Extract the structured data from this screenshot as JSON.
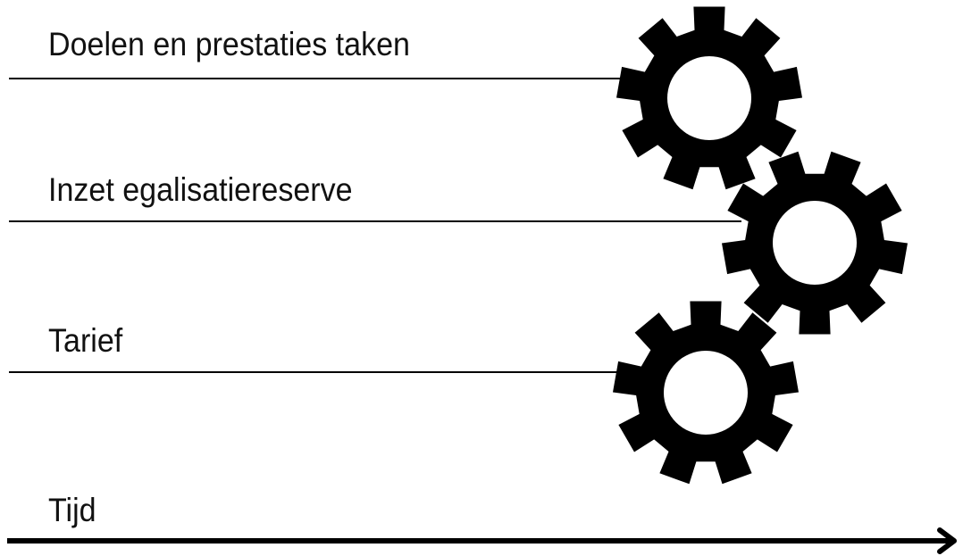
{
  "rows": [
    {
      "label": "Doelen en prestaties taken"
    },
    {
      "label": "Inzet egalisatiereserve"
    },
    {
      "label": "Tarief"
    }
  ],
  "axis": {
    "label": "Tijd"
  },
  "colors": {
    "line": "#000000",
    "gear": "#000000",
    "text": "#111111",
    "background": "#ffffff"
  },
  "icons": [
    "gear-icon",
    "gear-icon",
    "gear-icon",
    "arrow-right-icon"
  ]
}
